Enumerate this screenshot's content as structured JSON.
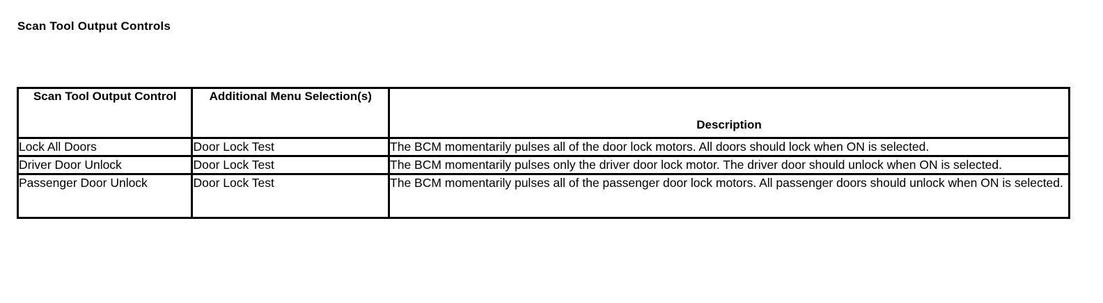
{
  "page": {
    "title": "Scan Tool Output Controls",
    "background_color": "#ffffff",
    "text_color": "#000000",
    "border_color": "#000000"
  },
  "table": {
    "headers": [
      "Scan Tool Output Control",
      "Additional Menu Selection(s)",
      "Description"
    ],
    "rows": [
      {
        "control": "Lock All Doors",
        "menu_selection": "Door Lock Test",
        "description": "The BCM momentarily pulses all of the door lock motors. All doors should lock when ON is selected."
      },
      {
        "control": "Driver Door Unlock",
        "menu_selection": "Door Lock Test",
        "description": "The BCM momentarily pulses only the driver door lock motor. The driver door should unlock when ON is selected."
      },
      {
        "control": "Passenger Door Unlock",
        "menu_selection": "Door Lock Test",
        "description": "The BCM momentarily pulses all of the passenger door lock motors. All passenger doors should unlock when ON is selected."
      }
    ]
  }
}
